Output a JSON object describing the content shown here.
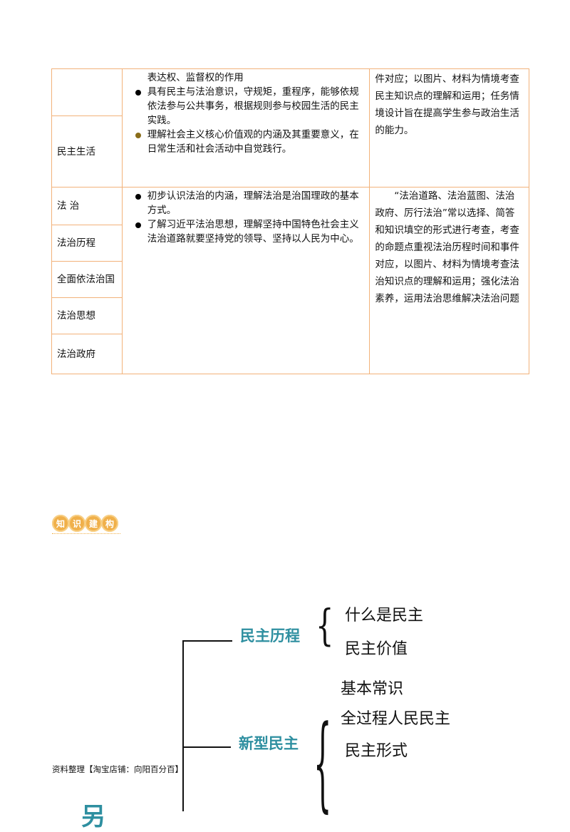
{
  "table": {
    "rows": [
      {
        "categories": [
          "",
          "民主生活"
        ],
        "objectives_lead": "表达权、监督权的作用",
        "objectives": [
          "具有民主与法治意识，守规矩，重程序，能够依规依法参与公共事务，根据规则参与校园生活的民主实践。",
          "理解社会主义核心价值观的内涵及其重要意义，在日常生活和社会活动中自觉践行。"
        ],
        "requirements": "件对应；以图片、材料为情境考查民主知识点的理解和运用；任务情境设计旨在提高学生参与政治生活的能力。"
      },
      {
        "categories": [
          "法 治",
          "法治历程",
          "全面依法治国",
          "法治思想",
          "法治政府"
        ],
        "objectives": [
          "初步认识法治的内涵，理解法治是治国理政的基本方式。",
          "了解习近平法治思想，理解坚持中国特色社会主义法治道路就要坚持党的领导、坚持以人民为中心。"
        ],
        "requirements": "“法治道路、法治蓝图、法治政府、厉行法治”常以选择、简答和知识填空的形式进行考查，考查的命题点重视法治历程时间和事件对应，以图片、材料为情境考查法治知识点的理解和运用；强化法治素养，运用法治思维解决法治问题"
      }
    ]
  },
  "badge": {
    "chars": [
      "知",
      "识",
      "建",
      "构"
    ]
  },
  "mindmap": {
    "branches": [
      {
        "title": "民主历程",
        "items": [
          "什么是民主",
          "民主价值"
        ]
      },
      {
        "title": "新型民主",
        "items": [
          "基本常识",
          "全过程人民民主",
          "民主形式"
        ]
      }
    ],
    "partial_char": "另"
  },
  "footer": "资料整理【淘宝店铺：向阳百分百】",
  "colors": {
    "table_border": "#f2b27a",
    "accent_teal": "#2e8fa0",
    "badge_orange": "#f0b04a"
  }
}
